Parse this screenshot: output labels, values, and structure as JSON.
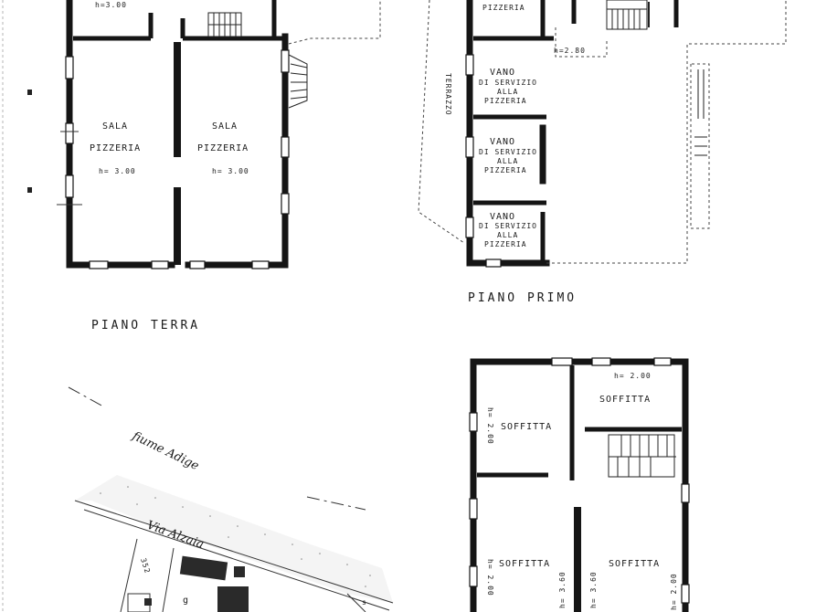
{
  "plans": {
    "ground": {
      "title": "PIANO TERRA",
      "top_height": "h=3.00",
      "rooms": [
        {
          "name": "SALA",
          "use": "PIZZERIA",
          "height": "h= 3.00"
        },
        {
          "name": "SALA",
          "use": "PIZZERIA",
          "height": "h= 3.00"
        }
      ]
    },
    "first": {
      "title": "PIANO PRIMO",
      "top_label": "PIZZERIA",
      "height": "h=2.80",
      "terrace": "TERRAZZO",
      "rooms": [
        {
          "l1": "VANO",
          "l2": "DI SERVIZIO",
          "l3": "ALLA",
          "l4": "PIZZERIA"
        },
        {
          "l1": "VANO",
          "l2": "DI SERVIZIO",
          "l3": "ALLA",
          "l4": "PIZZERIA"
        },
        {
          "l1": "VANO",
          "l2": "DI SERVIZIO",
          "l3": "ALLA",
          "l4": "PIZZERIA"
        }
      ]
    },
    "attic": {
      "rooms": {
        "top_left": "SOFFITTA",
        "top_right": "SOFFITTA",
        "bottom_left": "SOFFITTA",
        "bottom_right": "SOFFITTA"
      },
      "heights": {
        "top_right": "h= 2.00",
        "top_left_wall": "h= 2.00",
        "bottom_left_wall": "h= 2.00",
        "center_left": "h= 3.60",
        "center_right": "h= 3.60",
        "bottom_right_wall": "h= 2.00"
      }
    }
  },
  "map": {
    "river": "fiume Adige",
    "street": "Via Alzaia",
    "parcel_number": "352",
    "parcel_letter": "g",
    "corner_letter": "s"
  }
}
